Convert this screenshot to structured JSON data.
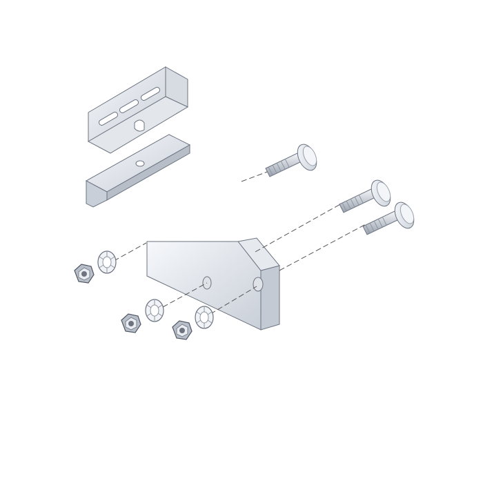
{
  "diagram": {
    "parts": [
      {
        "name": "slotted-angle-bracket",
        "count": 1
      },
      {
        "name": "angle-bracket-with-hole",
        "count": 1
      },
      {
        "name": "mounting-plate-bracket",
        "count": 1
      },
      {
        "name": "carriage-bolt",
        "count": 3
      },
      {
        "name": "lock-washer",
        "count": 3
      },
      {
        "name": "hex-nut",
        "count": 3
      }
    ],
    "colors": {
      "metal_light": "#eef1f5",
      "metal_mid": "#c9cfd8",
      "metal_dark": "#8e96a3",
      "outline": "#6b7380",
      "dash": "#555555"
    }
  }
}
